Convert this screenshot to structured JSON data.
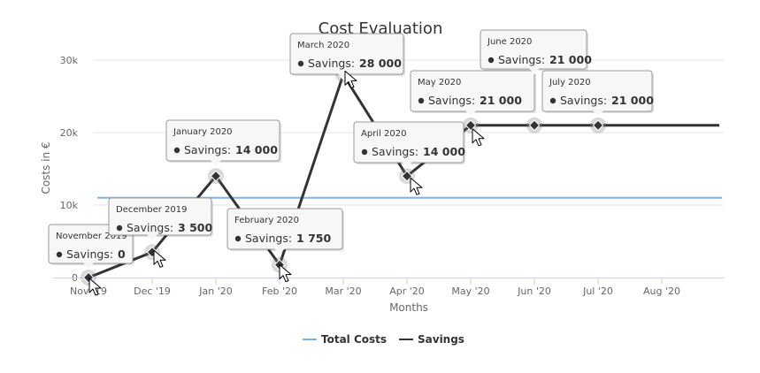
{
  "chart_data": {
    "type": "line",
    "title": "Cost Evaluation",
    "xlabel": "Months",
    "ylabel": "Costs in €",
    "categories": [
      "Nov '19",
      "Dec '19",
      "Jan '20",
      "Feb '20",
      "Mar '20",
      "Apr '20",
      "May '20",
      "Jun '20",
      "Jul '20",
      "Aug '20"
    ],
    "yticks": [
      "0",
      "10k",
      "20k",
      "30k"
    ],
    "ylim": [
      0,
      30000
    ],
    "grid": true,
    "legend_position": "bottom-center",
    "series": [
      {
        "name": "Total Costs",
        "color": "#7cb5ec",
        "values": [
          11000,
          11000,
          11000,
          11000,
          11000,
          11000,
          11000,
          11000,
          11000,
          11000,
          11000
        ]
      },
      {
        "name": "Savings",
        "color": "#333333",
        "values": [
          0,
          3500,
          14000,
          1750,
          28000,
          14000,
          21000,
          21000,
          21000,
          21000,
          21000
        ]
      }
    ],
    "tooltips": [
      {
        "month": "November 2019",
        "label": "Savings:",
        "value": "0",
        "point": 0
      },
      {
        "month": "December 2019",
        "label": "Savings:",
        "value": "3 500",
        "point": 1
      },
      {
        "month": "January 2020",
        "label": "Savings:",
        "value": "14 000",
        "point": 2
      },
      {
        "month": "February 2020",
        "label": "Savings:",
        "value": "1 750",
        "point": 3
      },
      {
        "month": "March 2020",
        "label": "Savings:",
        "value": "28 000",
        "point": 4
      },
      {
        "month": "April 2020",
        "label": "Savings:",
        "value": "14 000",
        "point": 5
      },
      {
        "month": "May 2020",
        "label": "Savings:",
        "value": "21 000",
        "point": 6
      },
      {
        "month": "June 2020",
        "label": "Savings:",
        "value": "21 000",
        "point": 7
      },
      {
        "month": "July 2020",
        "label": "Savings:",
        "value": "21 000",
        "point": 8
      }
    ]
  }
}
